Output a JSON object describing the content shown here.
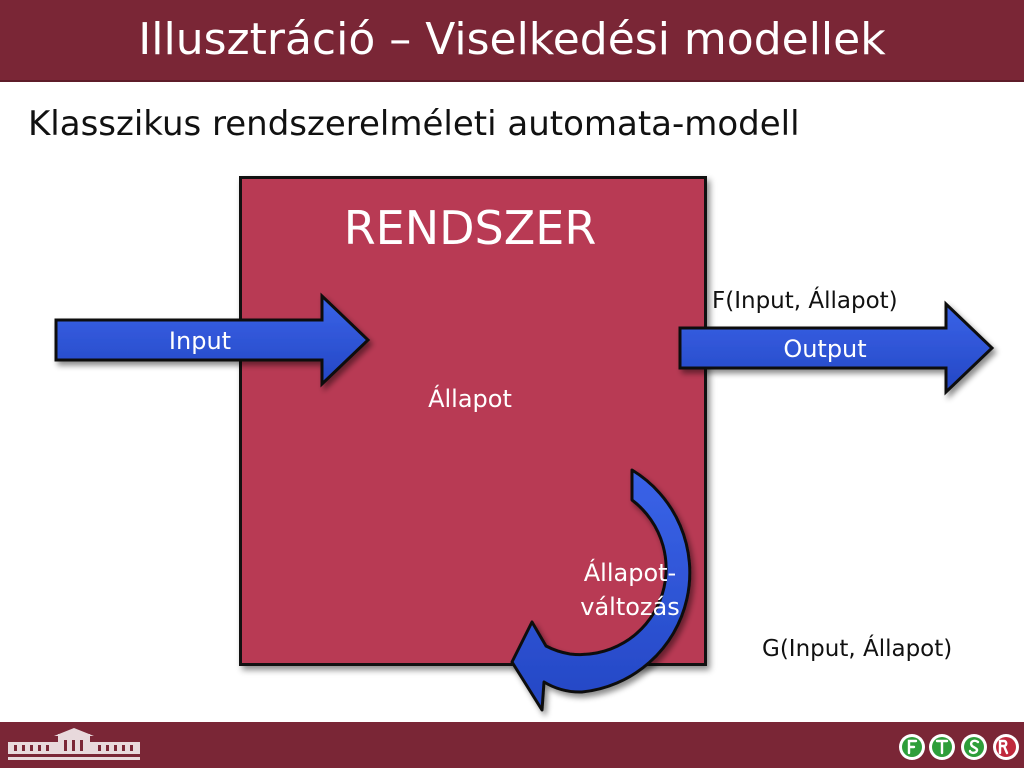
{
  "header": {
    "title": "Illusztráció – Viselkedési modellek"
  },
  "subtitle": "Klasszikus rendszerelméleti automata-modell",
  "diagram": {
    "system_title": "RENDSZER",
    "state_label": "Állapot",
    "input_label": "Input",
    "output_label": "Output",
    "output_function": "F(Input, Állapot)",
    "transition_label_line1": "Állapot-",
    "transition_label_line2": "változás",
    "transition_function": "G(Input, Állapot)"
  },
  "footer": {
    "logos": [
      "university-building-logo",
      "ftsrg-logo"
    ]
  },
  "colors": {
    "header_bg": "#7a2636",
    "box_fill": "#b83a54",
    "arrow_fill": "#2f56d6"
  }
}
